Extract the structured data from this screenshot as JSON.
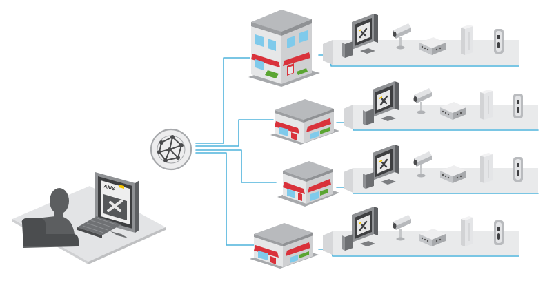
{
  "monitor_brand": "AXIS",
  "colors": {
    "line": "#4fb3dc",
    "shelf": "#e9eaeb",
    "shelf_edge": "#d6d7d9",
    "person": "#5c5e60",
    "chair": "#4b4d4f",
    "desk": "#e3e4e6",
    "roof": "#b4b6b9",
    "wall_light": "#e6e7e8",
    "wall_dark": "#c9cacc",
    "awning": "#d9323b",
    "window": "#7fcaeb",
    "brand_yellow": "#f5c400",
    "grass": "#5aa532",
    "device": "#d9dadc",
    "device_dark": "#a9abae"
  },
  "icons": {
    "hub": "globe-network-icon",
    "workstation_screen": "tools-screen-icon"
  },
  "sites": [
    {
      "id": "site-1",
      "building": "large-building"
    },
    {
      "id": "site-2",
      "building": "medium-building"
    },
    {
      "id": "site-3",
      "building": "small-building"
    },
    {
      "id": "site-4",
      "building": "medium-building"
    }
  ],
  "devices": [
    "workstation-monitor",
    "network-camera",
    "network-video-recorder",
    "intercom-panel",
    "door-controller"
  ]
}
